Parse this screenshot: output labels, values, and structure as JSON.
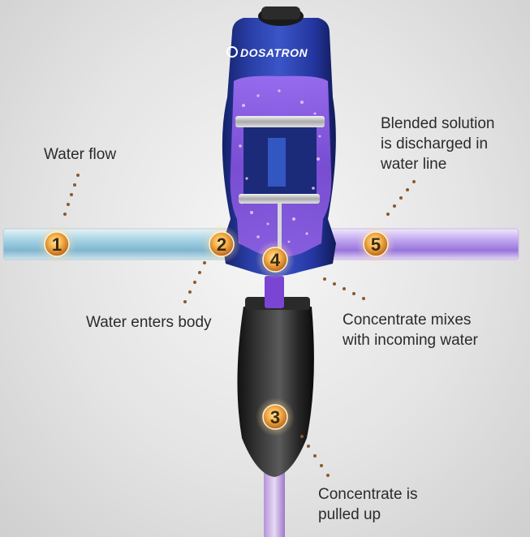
{
  "brand": "DOSATRON",
  "steps": [
    {
      "number": "1",
      "lines": [
        "Water flow"
      ]
    },
    {
      "number": "2",
      "lines": [
        "Water enters body"
      ]
    },
    {
      "number": "3",
      "lines": [
        "Concentrate is",
        "pulled up"
      ]
    },
    {
      "number": "4",
      "lines": [
        "Concentrate mixes",
        "with incoming water"
      ]
    },
    {
      "number": "5",
      "lines": [
        "Blended solution",
        "is discharged in",
        "water line"
      ]
    }
  ],
  "colors": {
    "body_blue": "#2a3fa8",
    "chamber_purple": "#7d4fd6",
    "pipe_blue": "#8fc6dc",
    "pipe_purple": "#a987e6",
    "marker_orange": "#f2a23a",
    "dots": "#8a5a2b"
  }
}
